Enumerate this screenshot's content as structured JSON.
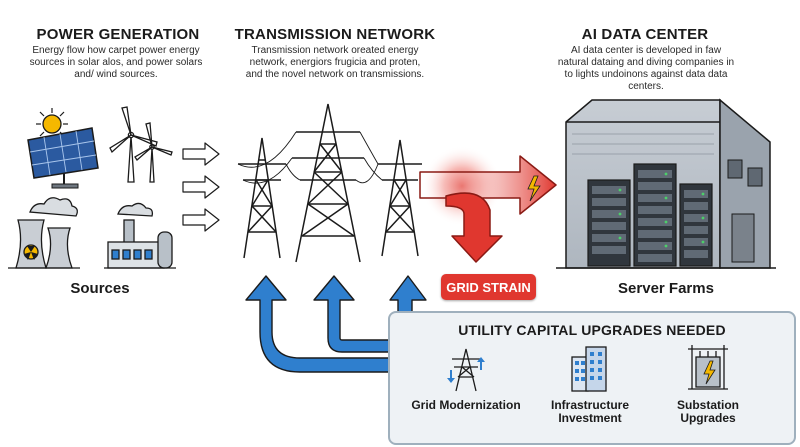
{
  "power": {
    "title": "POWER GENERATION",
    "description": "Energy flow how carpet power energy sources in solar alos, and power solars and/ wind sources.",
    "label": "Sources"
  },
  "transmission": {
    "title": "TRANSMISSION NETWORK",
    "description": "Transmission network oreated energy network, energiors frugicia and proten, and the novel network on transmissions."
  },
  "datacenter": {
    "title": "AI DATA CENTER",
    "description": "AI data center is developed in faw natural dataing and diving companies in to lights undoinons against data data centers.",
    "label": "Server Farms"
  },
  "grid_strain": "GRID STRAIN",
  "upgrades": {
    "title": "UTILITY CAPITAL UPGRADES NEEDED",
    "items": [
      {
        "label": "Grid Modernization",
        "icon": "tower-arrows-icon"
      },
      {
        "label": "Infrastructure Investment",
        "icon": "buildings-icon"
      },
      {
        "label": "Substation Upgrades",
        "icon": "substation-icon"
      }
    ]
  },
  "colors": {
    "strain_red": "#e0372f",
    "upgrade_blue": "#2f7fce",
    "solar_blue": "#2b5aa0",
    "sun_yellow": "#f5b800",
    "building_gray": "#9aa3ad"
  }
}
